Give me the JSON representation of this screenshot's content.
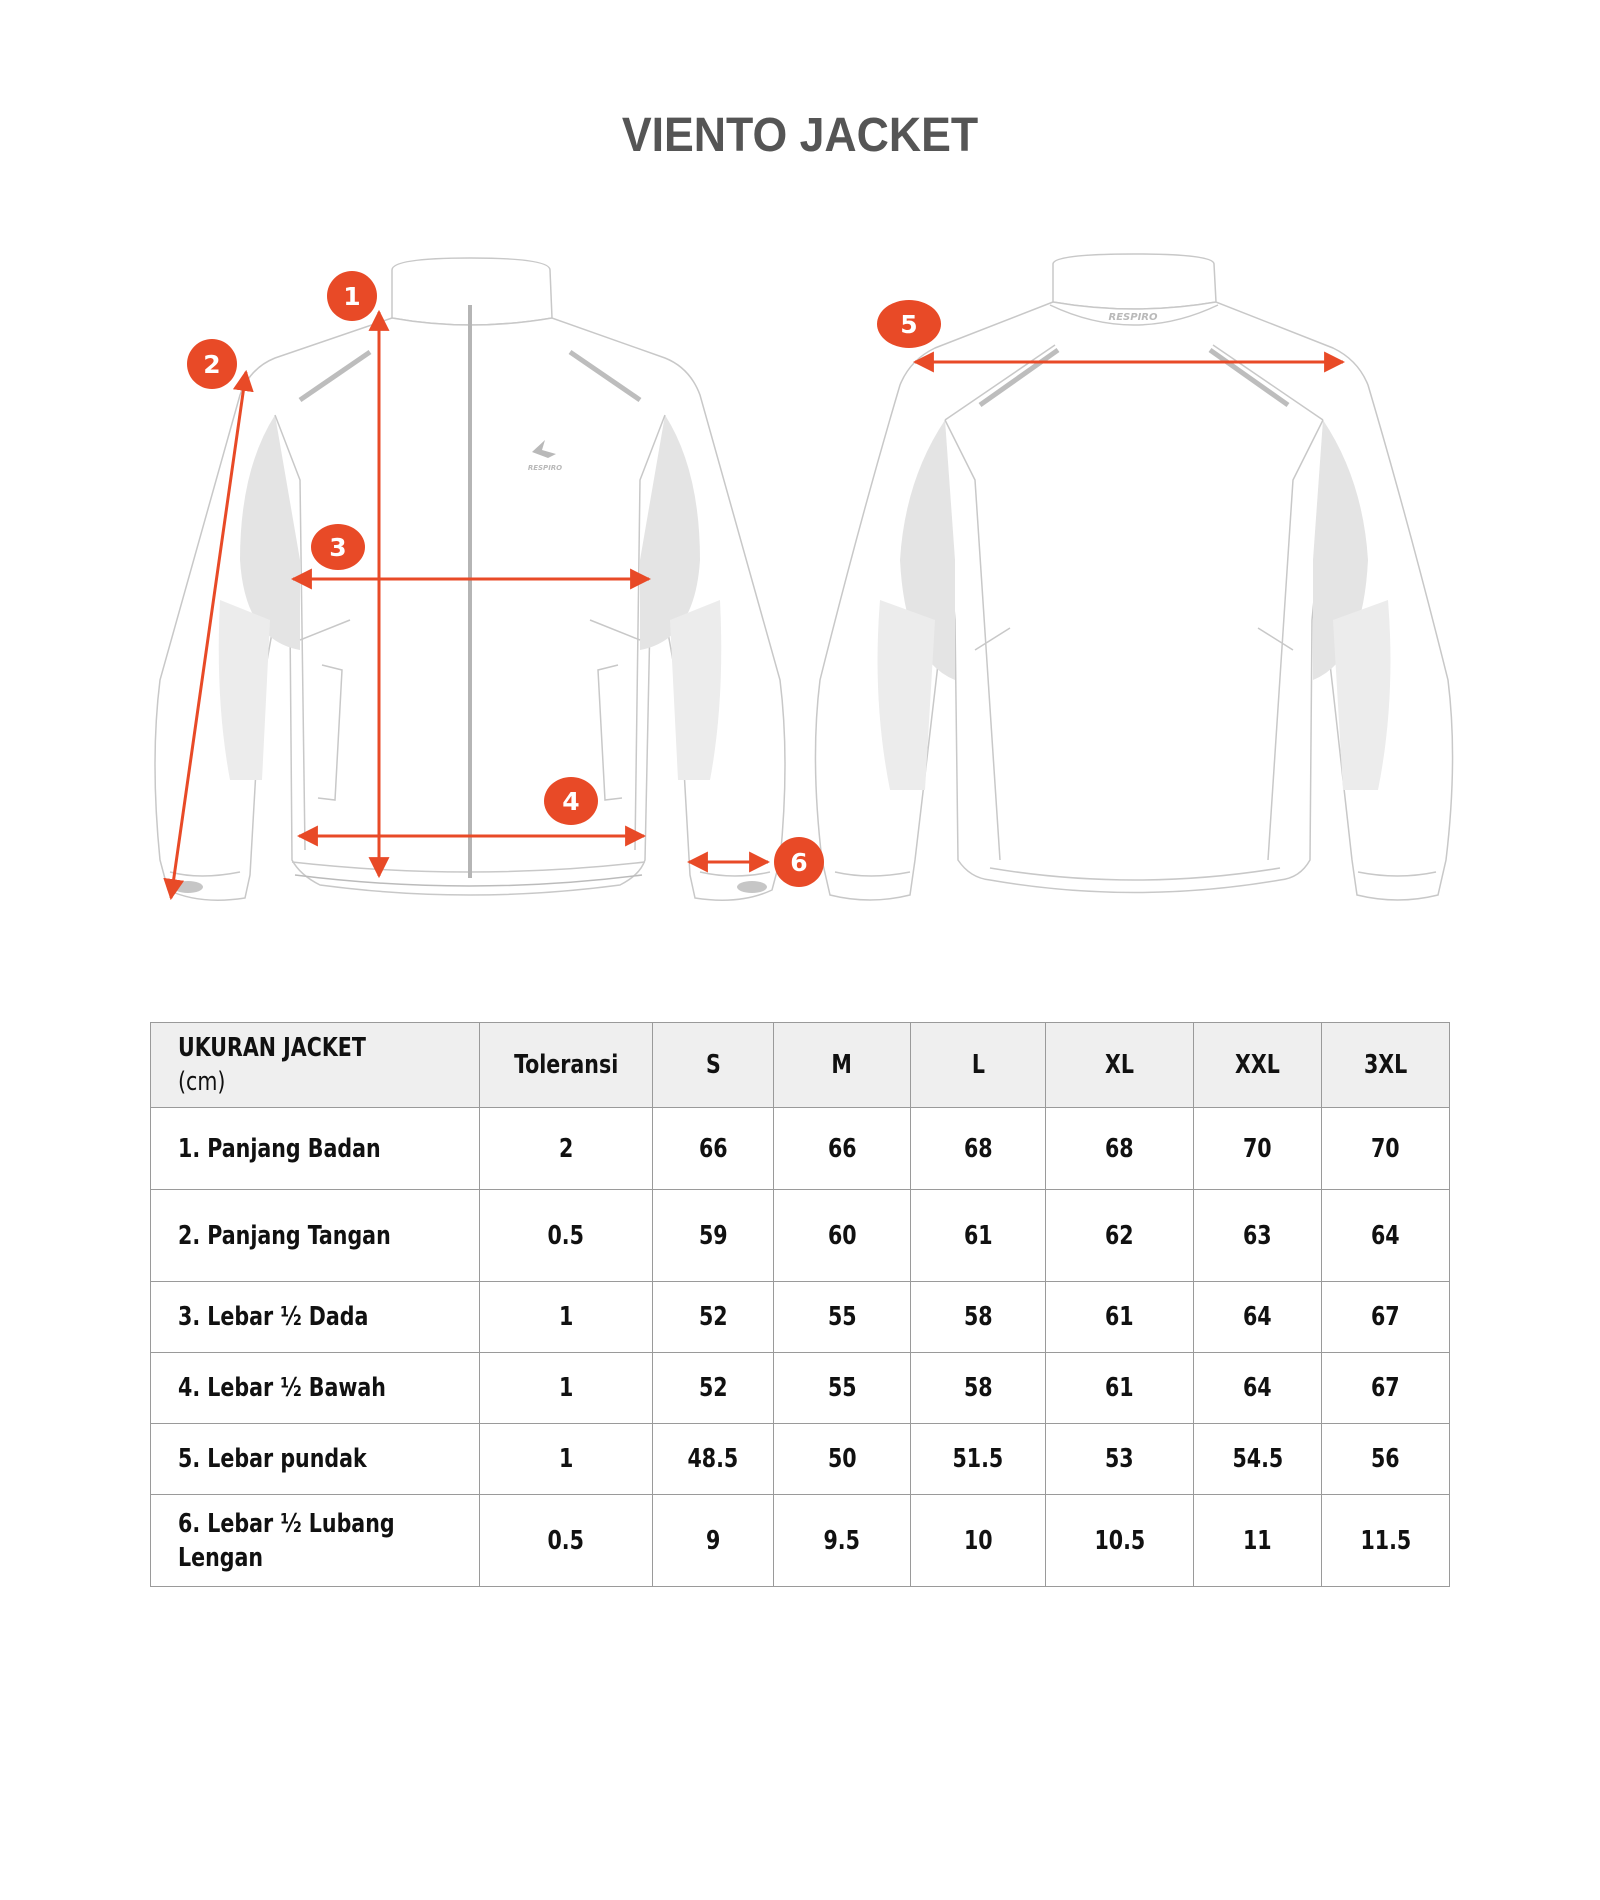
{
  "title": "VIENTO JACKET",
  "brand": {
    "front_logo_text": "RESPIRO",
    "back_collar_text": "RESPIRO"
  },
  "colors": {
    "accent": "#E84A27",
    "title": "#555555",
    "header_bg": "#EFEFEF",
    "border": "#9A9A9A",
    "sketch_line": "#C8C8C8",
    "panel_shade": "#E2E2E2"
  },
  "diagram": {
    "markers": [
      {
        "number": "1",
        "measures": "Panjang Badan"
      },
      {
        "number": "2",
        "measures": "Panjang Tangan"
      },
      {
        "number": "3",
        "measures": "Lebar ½ Dada"
      },
      {
        "number": "4",
        "measures": "Lebar ½ Bawah"
      },
      {
        "number": "5",
        "measures": "Lebar pundak"
      },
      {
        "number": "6",
        "measures": "Lebar ½ Lubang Lengan"
      }
    ]
  },
  "table": {
    "header": {
      "label": "UKURAN JACKET",
      "unit": "(cm)",
      "tolerance": "Toleransi",
      "sizes": [
        "S",
        "M",
        "L",
        "XL",
        "XXL",
        "3XL"
      ]
    },
    "rows": [
      {
        "label": "1. Panjang Badan",
        "tolerance": "2",
        "values": [
          "66",
          "66",
          "68",
          "68",
          "70",
          "70"
        ]
      },
      {
        "label": "2. Panjang Tangan",
        "tolerance": "0.5",
        "values": [
          "59",
          "60",
          "61",
          "62",
          "63",
          "64"
        ]
      },
      {
        "label": "3. Lebar ½ Dada",
        "tolerance": "1",
        "values": [
          "52",
          "55",
          "58",
          "61",
          "64",
          "67"
        ]
      },
      {
        "label": "4. Lebar ½ Bawah",
        "tolerance": "1",
        "values": [
          "52",
          "55",
          "58",
          "61",
          "64",
          "67"
        ]
      },
      {
        "label": "5. Lebar pundak",
        "tolerance": "1",
        "values": [
          "48.5",
          "50",
          "51.5",
          "53",
          "54.5",
          "56"
        ]
      },
      {
        "label": "6. Lebar ½ Lubang",
        "label_line2": "Lengan",
        "tolerance": "0.5",
        "values": [
          "9",
          "9.5",
          "10",
          "10.5",
          "11",
          "11.5"
        ]
      }
    ]
  }
}
